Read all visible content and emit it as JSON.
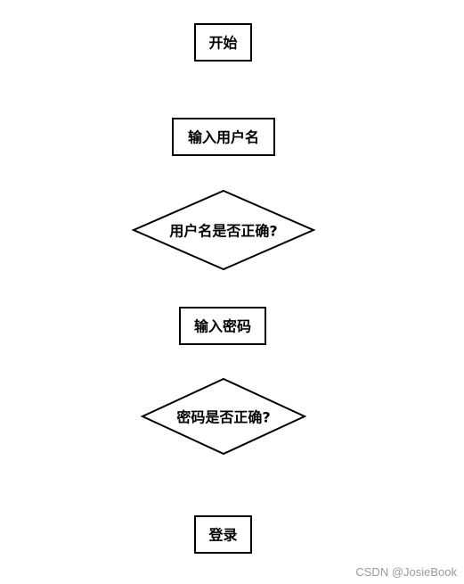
{
  "flowchart": {
    "nodes": [
      {
        "id": "start",
        "shape": "rect",
        "label": "开始"
      },
      {
        "id": "input-username",
        "shape": "rect",
        "label": "输入用户名"
      },
      {
        "id": "check-username",
        "shape": "diamond",
        "label": "用户名是否正确?"
      },
      {
        "id": "input-password",
        "shape": "rect",
        "label": "输入密码"
      },
      {
        "id": "check-password",
        "shape": "diamond",
        "label": "密码是否正确?"
      },
      {
        "id": "login",
        "shape": "rect",
        "label": "登录"
      }
    ],
    "colors": {
      "stroke": "#000000",
      "fill": "#ffffff",
      "text": "#000000",
      "watermark": "#9a9a9a"
    }
  },
  "watermark": "CSDN @JosieBook"
}
